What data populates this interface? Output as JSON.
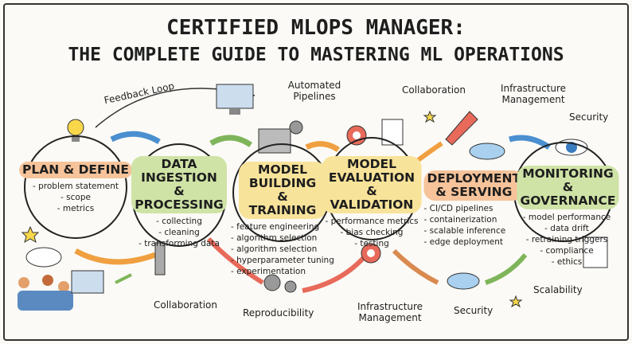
{
  "title": {
    "line1": "CERTIFIED MLOPS MANAGER:",
    "line2": "THE COMPLETE GUIDE TO MASTERING ML OPERATIONS"
  },
  "stages": [
    {
      "name": "PLAN & DEFINE",
      "color": "#f6c39a",
      "items": [
        "- problem statement",
        "- scope",
        "- metrics"
      ]
    },
    {
      "name": "DATA INGESTION & PROCESSING",
      "color": "#cfe3a6",
      "items": [
        "- collecting",
        "- cleaning",
        "- transforming data"
      ]
    },
    {
      "name": "MODEL BUILDING & TRAINING",
      "color": "#f8e39a",
      "items": [
        "- feature engineering",
        "- algorithm selection",
        "- algorithm selection",
        "- hyperparameter tuning",
        "- experimentation"
      ]
    },
    {
      "name": "MODEL EVALUATION & VALIDATION",
      "color": "#f8e39a",
      "items": [
        "- performance metrics",
        "- bias checking",
        "- testing"
      ]
    },
    {
      "name": "DEPLOYMENT & SERVING",
      "color": "#f6c39a",
      "items": [
        "- CI/CD pipelines",
        "- containerization",
        "- scalable inference",
        "- edge deployment"
      ]
    },
    {
      "name": "MONITORING & GOVERNANCE",
      "color": "#cfe3a6",
      "items": [
        "- model performance",
        "- data drift",
        "- retraining triggers",
        "- compliance",
        "- ethics"
      ]
    }
  ],
  "annotations": {
    "feedback_loop": "Feedback Loop",
    "automated_pipelines": "Automated Pipelines",
    "collaboration_top": "Collaboration",
    "infrastructure_top": "Infrastructure Management",
    "security_top": "Security",
    "collaboration_bottom": "Collaboration",
    "reproducibility": "Reproducibility",
    "infrastructure_bottom": "Infrastructure Management",
    "security_bottom": "Security",
    "scalability": "Scalability"
  }
}
